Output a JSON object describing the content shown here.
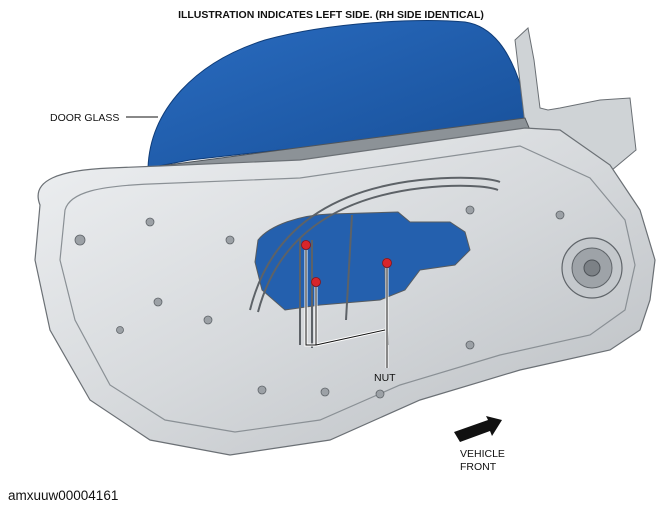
{
  "title": "ILLUSTRATION INDICATES LEFT SIDE. (RH SIDE IDENTICAL)",
  "labels": {
    "door_glass": "DOOR GLASS",
    "nut": "NUT",
    "vehicle_front_line1": "VEHICLE",
    "vehicle_front_line2": "FRONT"
  },
  "reference_code": "amxuuw00004161",
  "colors": {
    "glass": "#1f5fb0",
    "door_panel": "#d9dcdf",
    "door_shadow": "#9ea3a8",
    "nut_marker": "#d8252b",
    "arrow": "#111111"
  }
}
